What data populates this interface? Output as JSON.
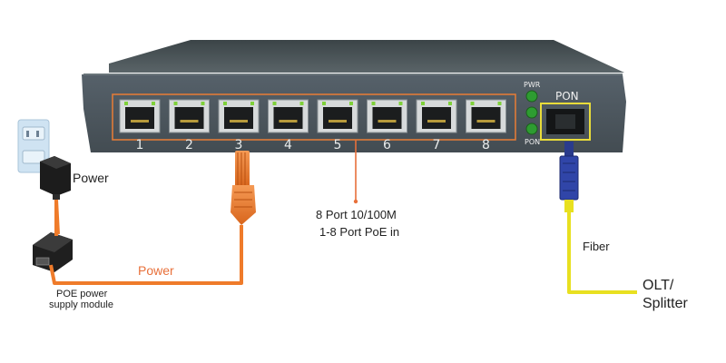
{
  "switch": {
    "port_numbers": [
      "1",
      "2",
      "3",
      "4",
      "5",
      "6",
      "7",
      "8"
    ],
    "led_labels": {
      "top": "PWR",
      "bottom": "PON"
    },
    "pon_label": "PON",
    "colors": {
      "body": "#4b5559",
      "port_outline": "#e07b38",
      "pon_outline": "#e8dc3a",
      "led": "#3fbf3a"
    }
  },
  "labels": {
    "power_adapter": "Power",
    "power_cable": "Power",
    "poe_module_line1": "POE power",
    "poe_module_line2": "supply module",
    "ports_line1": "8 Port 10/100M",
    "ports_line2": "1-8 Port PoE in",
    "fiber": "Fiber",
    "olt_line1": "OLT/",
    "olt_line2": "Splitter"
  },
  "colors": {
    "ethernet_cable": "#ef7b2a",
    "fiber_cable": "#e8e020",
    "connector_blue": "#3045a8",
    "callout": "#e8703a"
  }
}
